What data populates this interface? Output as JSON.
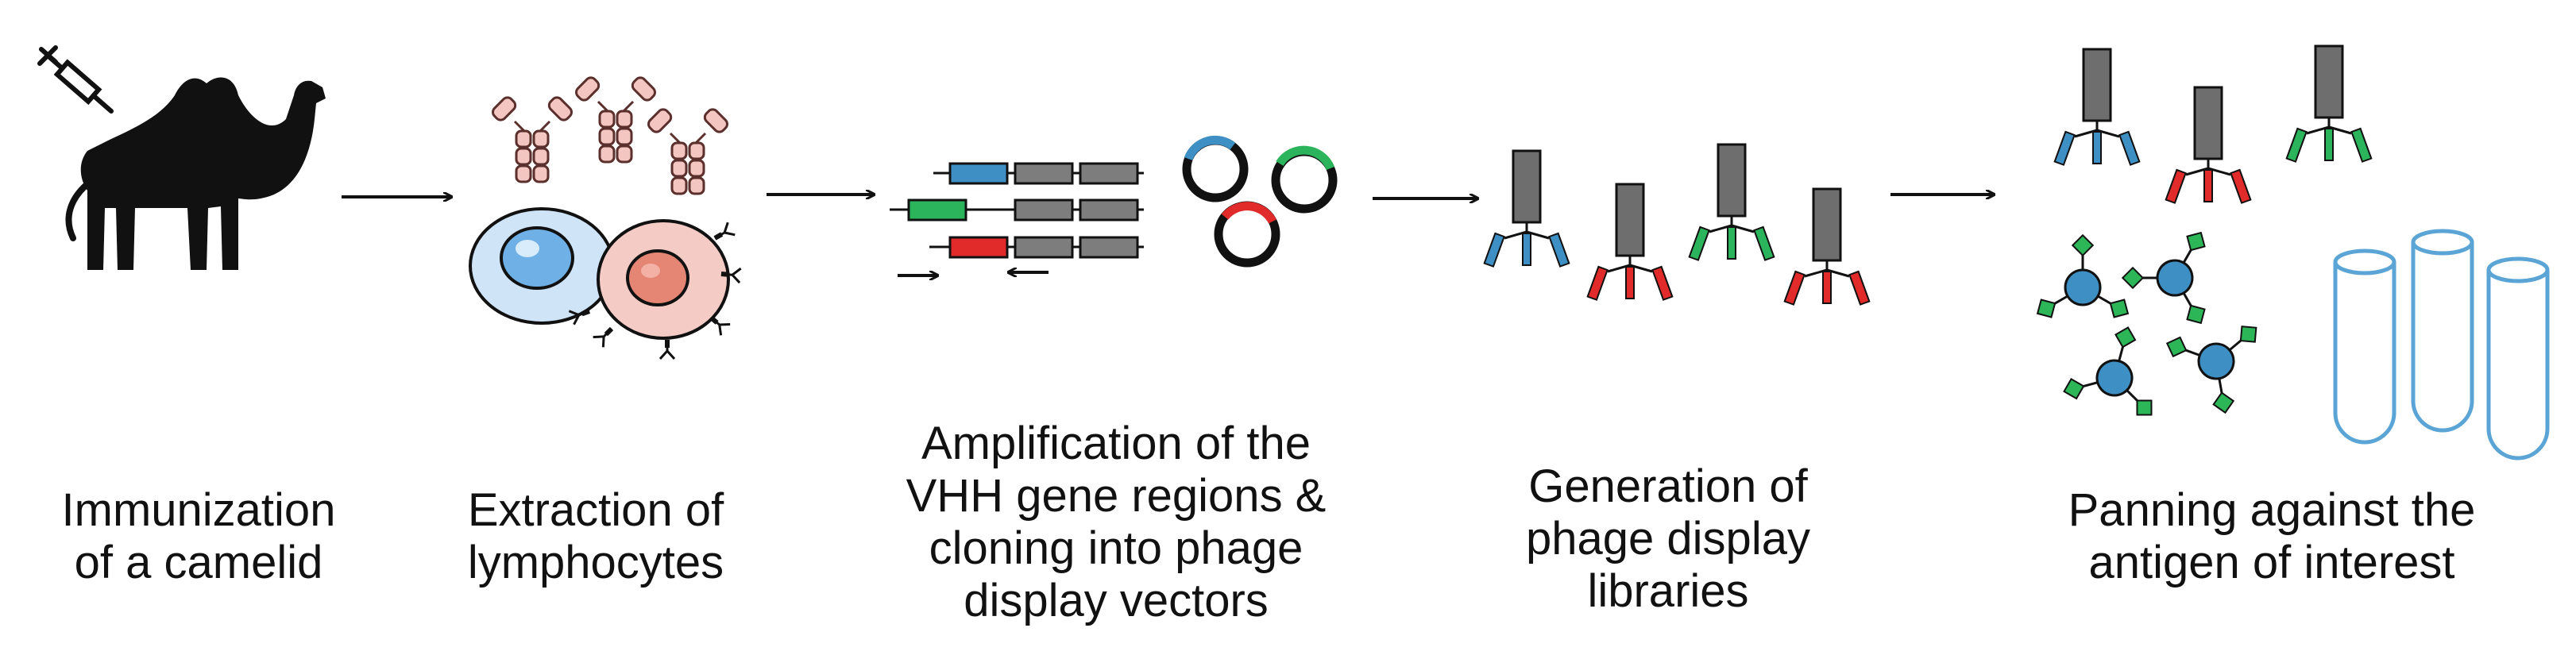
{
  "colors": {
    "ink": "#111111",
    "antibody_fill": "#f3c6c1",
    "antibody_stroke": "#5a2f2c",
    "cell_blue": "#cfe4f7",
    "cell_blue_nucleus": "#6fb1e6",
    "cell_pink": "#f5cbc6",
    "cell_pink_nucleus": "#e58574",
    "vhh_blue": "#3d8fc4",
    "vhh_red": "#e12a2a",
    "vhh_green": "#2cb45c",
    "gene_grey": "#7d7d7d",
    "phage_grey": "#6e6e6e",
    "antigen_green": "#2db657",
    "tube_blue": "#5ba5d6"
  },
  "icons": [
    "camel-icon",
    "syringe-icon",
    "antibody-icon",
    "b-cell-icon",
    "plasma-cell-icon",
    "gene-construct-icon",
    "plasmid-icon",
    "phage-icon",
    "antigen-bead-icon",
    "test-tube-icon",
    "arrow-icon"
  ],
  "steps": [
    {
      "lines": [
        "Immunization",
        "of a camelid"
      ]
    },
    {
      "lines": [
        "Extraction of",
        "lymphocytes"
      ]
    },
    {
      "lines": [
        "Amplification of the",
        "VHH gene regions &",
        "cloning into phage",
        "display vectors"
      ]
    },
    {
      "lines": [
        "Generation of",
        "phage display",
        "libraries"
      ]
    },
    {
      "lines": [
        "Panning against the",
        "antigen of interest"
      ]
    }
  ]
}
